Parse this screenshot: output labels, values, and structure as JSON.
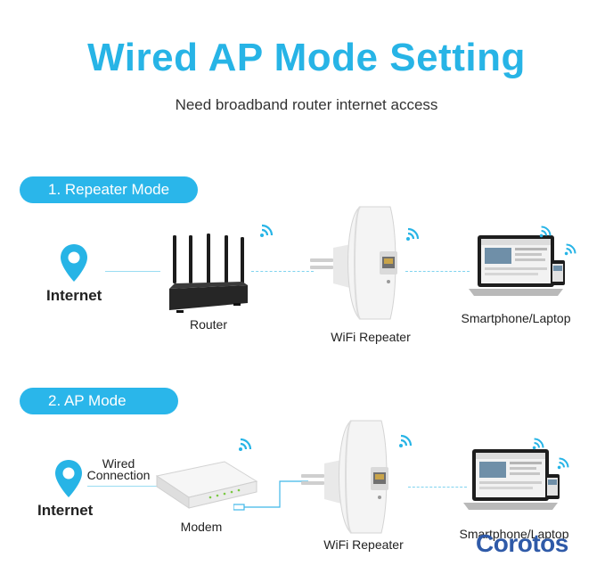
{
  "header": {
    "title": "Wired AP Mode Setting",
    "subtitle": "Need broadband router internet access"
  },
  "mode1": {
    "badge": "1. Repeater Mode",
    "internet_label": "Internet",
    "router_label": "Router",
    "repeater_label": "WiFi Repeater",
    "device_label": "Smartphone/Laptop"
  },
  "mode2": {
    "badge": "2. AP Mode",
    "internet_label": "Internet",
    "wired_label_line1": "Wired",
    "wired_label_line2": "Connection",
    "modem_label": "Modem",
    "repeater_label": "WiFi Repeater",
    "device_label": "Smartphone/Laptop"
  },
  "watermark": "Corotos",
  "colors": {
    "accent": "#27b4e6",
    "pill": "#2ab6ea",
    "watermark": "#2f5aa8"
  }
}
